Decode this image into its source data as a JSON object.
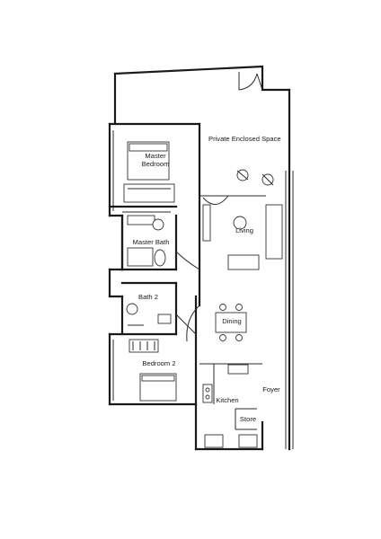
{
  "rooms": {
    "private_enclosed_space": "Private Enclosed Space",
    "master_bedroom_line1": "Master",
    "master_bedroom_line2": "Bedroom",
    "master_bath": "Master Bath",
    "living": "Living",
    "bath_2": "Bath 2",
    "dining": "Dining",
    "bedroom_2": "Bedroom 2",
    "kitchen": "Kitchen",
    "foyer": "Foyer",
    "store": "Store"
  }
}
